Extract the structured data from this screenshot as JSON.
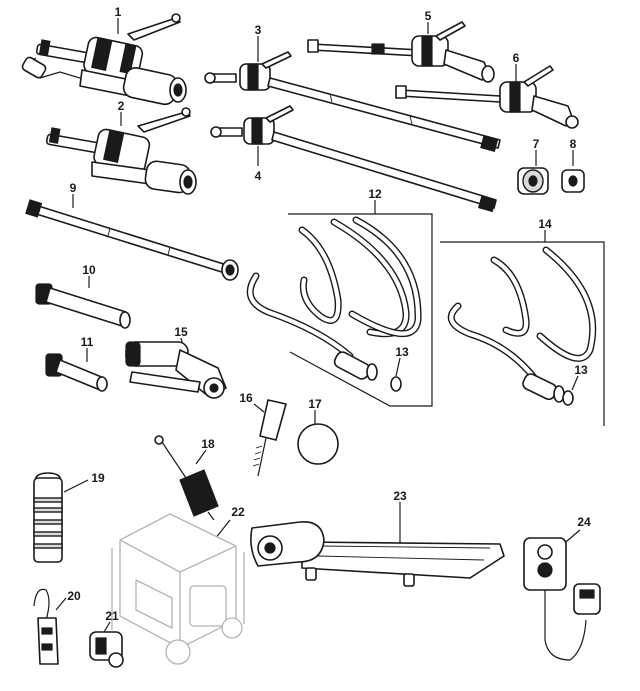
{
  "diagram": {
    "type": "exploded parts diagram",
    "labels": {
      "p1": "1",
      "p2": "2",
      "p3": "3",
      "p4": "4",
      "p5": "5",
      "p6": "6",
      "p7": "7",
      "p8": "8",
      "p9": "9",
      "p10": "10",
      "p11": "11",
      "p12": "12",
      "p13a": "13",
      "p13b": "13",
      "p14": "14",
      "p15": "15",
      "p16": "16",
      "p17": "17",
      "p18": "18",
      "p19": "19",
      "p20": "20",
      "p21": "21",
      "p22": "22",
      "p23": "23",
      "p24": "24"
    }
  }
}
